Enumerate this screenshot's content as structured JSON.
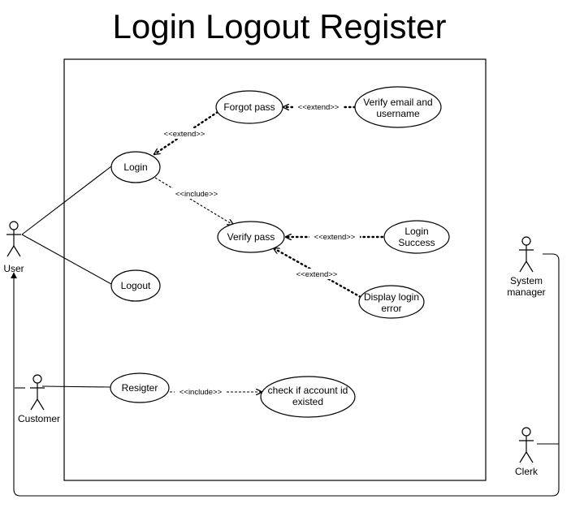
{
  "title": "Login Logout Register",
  "actors": {
    "user": "User",
    "customer": "Customer",
    "system_manager": [
      "System",
      "manager"
    ],
    "clerk": "Clerk"
  },
  "use_cases": {
    "login": "Login",
    "logout": "Logout",
    "forgot_pass": "Forgot pass",
    "verify_email": [
      "Verify email and",
      "username"
    ],
    "verify_pass": "Verify pass",
    "login_success": [
      "Login",
      "Success"
    ],
    "display_error": [
      "Display login",
      "error"
    ],
    "register": "Resigter",
    "check_account": [
      "check if account id",
      "existed"
    ]
  },
  "relations": {
    "login_forgot": "<<extend>>",
    "forgot_verify_email": "<<extend>>",
    "login_verify_pass": "<<include>>",
    "verify_pass_success": "<<extend>>",
    "verify_pass_error": "<<extend>>",
    "register_check": "<<include>>"
  }
}
